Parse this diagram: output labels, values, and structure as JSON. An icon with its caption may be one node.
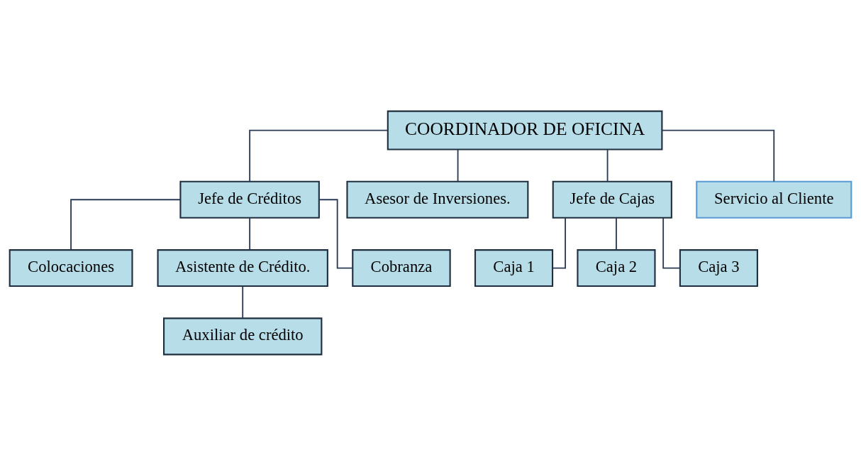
{
  "diagram": {
    "nodes": [
      {
        "text": [
          "COORDINADOR DE OFICINA"
        ]
      },
      {
        "text": [
          "Jefe de Créditos"
        ]
      },
      {
        "text": [
          "Asesor de Inversiones."
        ]
      },
      {
        "text": [
          "Jefe de Cajas"
        ]
      },
      {
        "text": [
          "Servicio al Cliente"
        ]
      },
      {
        "text": [
          "Colocaciones"
        ]
      },
      {
        "text": [
          "Asistente de Crédito."
        ]
      },
      {
        "text": [
          "Auxiliar de crédito"
        ]
      },
      {
        "text": [
          "Cobranza"
        ]
      },
      {
        "text": [
          "Caja 1"
        ]
      },
      {
        "text": [
          "Caja 2"
        ]
      },
      {
        "text": [
          "Caja 3"
        ]
      }
    ],
    "edges": [
      {
        "from": 0,
        "to": 1,
        "arrow": "none"
      },
      {
        "from": 0,
        "to": 2,
        "arrow": "none"
      },
      {
        "from": 0,
        "to": 3,
        "arrow": "none"
      },
      {
        "from": 0,
        "to": 4,
        "arrow": "none"
      },
      {
        "from": 1,
        "to": 5,
        "arrow": "none"
      },
      {
        "from": 1,
        "to": 6,
        "arrow": "none"
      },
      {
        "from": 6,
        "to": 7,
        "arrow": "none"
      },
      {
        "from": 1,
        "to": 8,
        "arrow": "none"
      },
      {
        "from": 3,
        "to": 9,
        "arrow": "none"
      },
      {
        "from": 3,
        "to": 10,
        "arrow": "none"
      },
      {
        "from": 3,
        "to": 11,
        "arrow": "none"
      }
    ]
  }
}
